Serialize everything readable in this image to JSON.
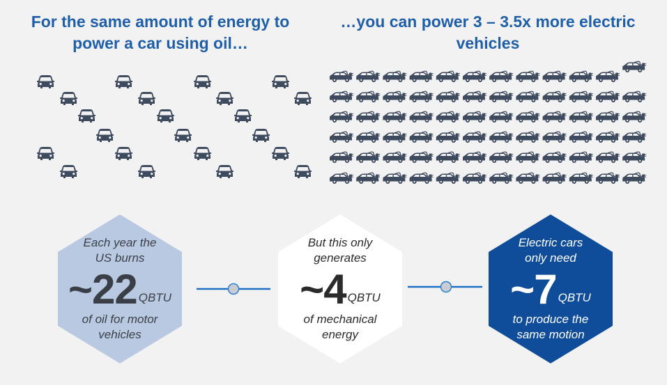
{
  "headline_left": "For the same amount of energy to power a car using oil…",
  "headline_right": "…you can power 3 – 3.5x more electric vehicles",
  "icons": {
    "oil_car": "car-icon",
    "electric_car": "electric-car-icon"
  },
  "colors": {
    "headline": "#1f5fa8",
    "car": "#3e4a5e",
    "hex_oil": "#b8c9e1",
    "hex_mechanical": "#ffffff",
    "hex_electric": "#0f4c99",
    "connector": "#1f6fc5",
    "connector_node": "#c9cdd3"
  },
  "hex_oil": {
    "top_line1": "Each year the",
    "top_line2": "US burns",
    "number": "~22",
    "unit": "QBTU",
    "bottom_line1": "of oil for motor",
    "bottom_line2": "vehicles"
  },
  "hex_mechanical": {
    "top_line1": "But this only",
    "top_line2": "generates",
    "number": "~4",
    "unit": "QBTU",
    "bottom_line1": "of mechanical",
    "bottom_line2": "energy"
  },
  "hex_electric": {
    "top_line1": "Electric cars",
    "top_line2": "only need",
    "number": "~7",
    "unit": "QBTU",
    "bottom_line1": "to produce the",
    "bottom_line2": "same motion"
  }
}
